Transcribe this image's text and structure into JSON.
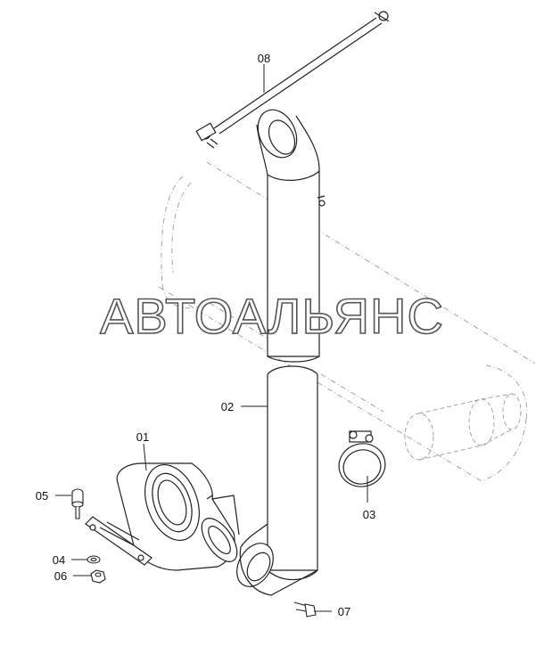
{
  "watermark": "АВТОАЛЬЯНС",
  "labels": {
    "p01": "01",
    "p02": "02",
    "p03": "03",
    "p04": "04",
    "p05": "05",
    "p06": "06",
    "p07": "07",
    "p08": "08"
  },
  "colors": {
    "line": "#222222",
    "ghost": "#9a9a9a",
    "watermark_stroke": "#555555"
  }
}
